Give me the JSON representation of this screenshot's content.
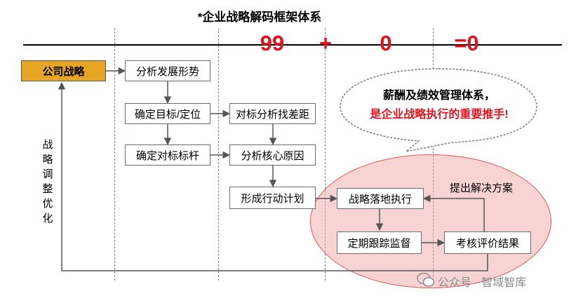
{
  "title": "*企业战略解码框架体系",
  "equation": {
    "a": "99",
    "plus": "+",
    "b": "0",
    "result": "=0"
  },
  "start_box": "公司战略",
  "left_column": [
    "分析发展形势",
    "确定目标/定位",
    "确定对标标杆"
  ],
  "middle_column": [
    "对标分析找差距",
    "分析核心原因",
    "形成行动计划"
  ],
  "right_column": {
    "execute": "战略落地执行",
    "monitor": "定期跟踪监督",
    "evaluate": "考核评价结果"
  },
  "solution_label": "提出解决方案",
  "feedback_label": "战略调整优化",
  "bubble": {
    "line1": "薪酬及绩效管理体系，",
    "line2": "是企业战略执行的重要推手!"
  },
  "watermark": "公众号 · 智域智库",
  "colors": {
    "accent_red": "#e1141e",
    "gold": "#e6a522",
    "ellipse_fill": "#f2aeae",
    "ellipse_border": "#e25656"
  }
}
